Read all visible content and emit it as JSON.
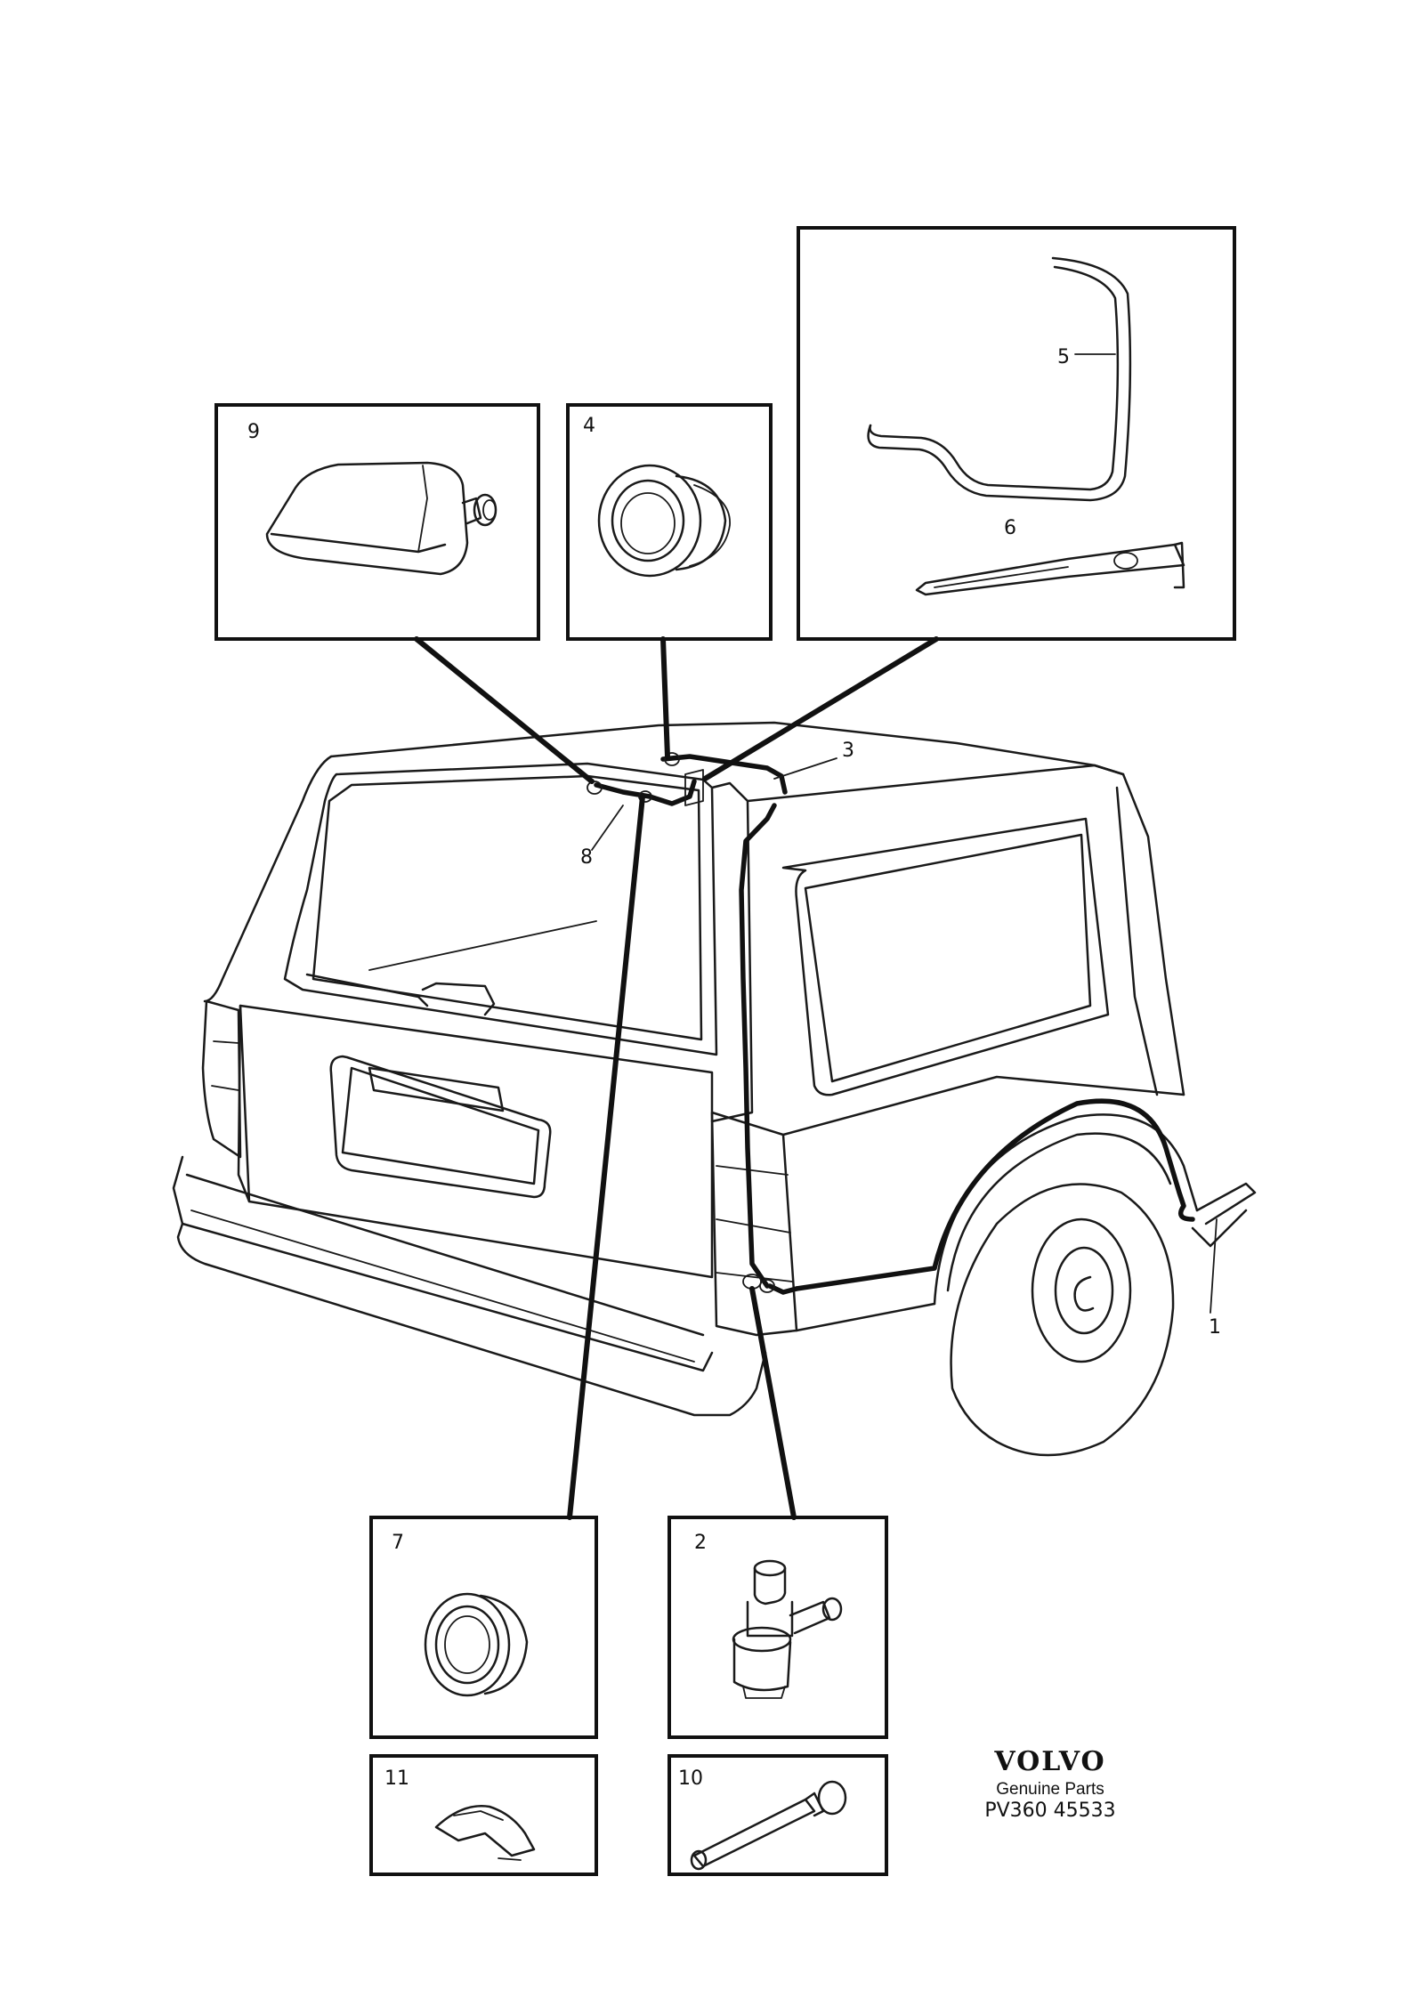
{
  "parts": [
    {
      "id": "callout-1",
      "number": "1"
    },
    {
      "id": "callout-2",
      "number": "2"
    },
    {
      "id": "callout-3",
      "number": "3"
    },
    {
      "id": "callout-4",
      "number": "4"
    },
    {
      "id": "callout-5",
      "number": "5"
    },
    {
      "id": "callout-6",
      "number": "6"
    },
    {
      "id": "callout-7",
      "number": "7"
    },
    {
      "id": "callout-8",
      "number": "8"
    },
    {
      "id": "callout-9",
      "number": "9"
    },
    {
      "id": "callout-10",
      "number": "10"
    },
    {
      "id": "callout-11",
      "number": "11"
    }
  ],
  "branding": {
    "logo": "VOLVO",
    "subtitle": "Genuine Parts",
    "code": "PV360 45533"
  }
}
